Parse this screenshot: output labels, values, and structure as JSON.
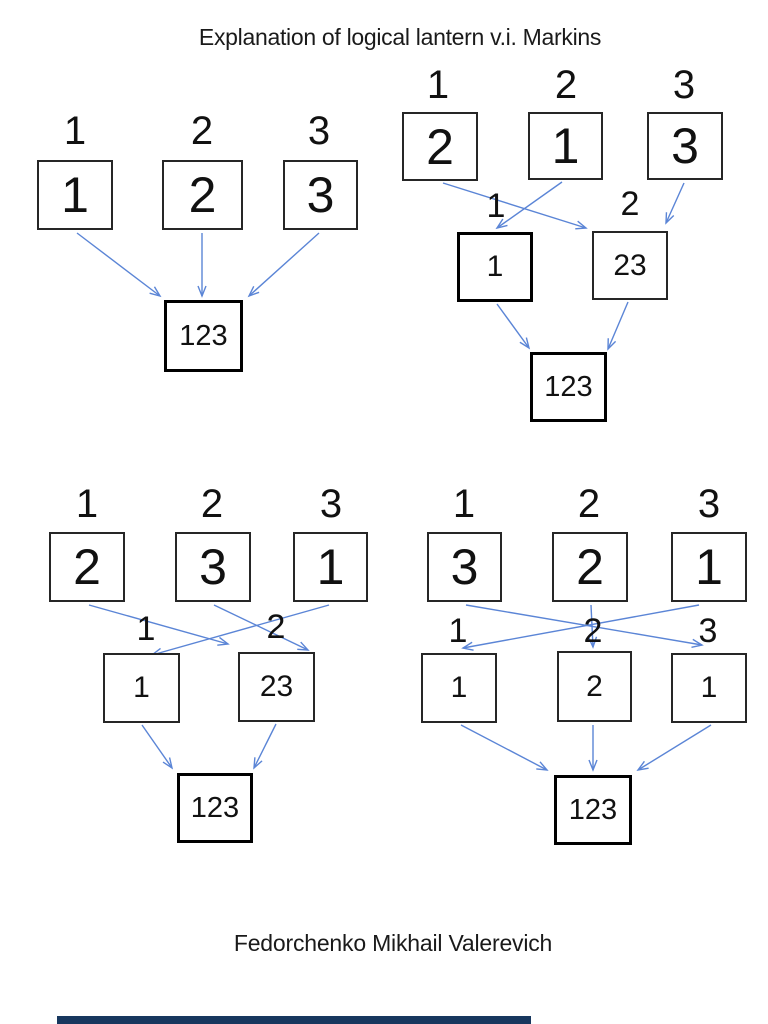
{
  "title": "Explanation of logical lantern v.i. Markins",
  "footer": "Fedorchenko Mikhail Valerevich",
  "colors": {
    "arrow": "#5b85d6",
    "box_border": "#262626",
    "emphasis_border": "#000000",
    "bottom_bar": "#17375e",
    "text": "#1a1a1a"
  },
  "diagrams": [
    {
      "id": "top-left",
      "inputs": [
        {
          "label": "1",
          "value": "1"
        },
        {
          "label": "2",
          "value": "2"
        },
        {
          "label": "3",
          "value": "3"
        }
      ],
      "middles": [],
      "output": {
        "value": "123"
      }
    },
    {
      "id": "top-right",
      "inputs": [
        {
          "label": "1",
          "value": "2"
        },
        {
          "label": "2",
          "value": "1"
        },
        {
          "label": "3",
          "value": "3"
        }
      ],
      "middles": [
        {
          "label": "1",
          "value": "1"
        },
        {
          "label": "2",
          "value": "23"
        }
      ],
      "output": {
        "value": "123"
      }
    },
    {
      "id": "bottom-left",
      "inputs": [
        {
          "label": "1",
          "value": "2"
        },
        {
          "label": "2",
          "value": "3"
        },
        {
          "label": "3",
          "value": "1"
        }
      ],
      "middles": [
        {
          "label": "1",
          "value": "1"
        },
        {
          "label": "2",
          "value": "23"
        }
      ],
      "output": {
        "value": "123"
      }
    },
    {
      "id": "bottom-right",
      "inputs": [
        {
          "label": "1",
          "value": "3"
        },
        {
          "label": "2",
          "value": "2"
        },
        {
          "label": "3",
          "value": "1"
        }
      ],
      "middles": [
        {
          "label": "1",
          "value": "1"
        },
        {
          "label": "2",
          "value": "2"
        },
        {
          "label": "3",
          "value": "1"
        }
      ],
      "output": {
        "value": "123"
      }
    }
  ]
}
